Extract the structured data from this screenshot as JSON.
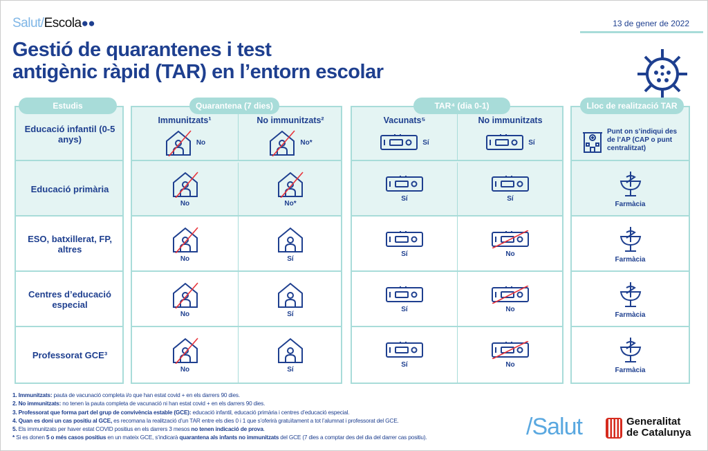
{
  "brand": {
    "salut": "Salut/",
    "escola": "Escola"
  },
  "date": "13 de gener de 2022",
  "title": [
    "Gestió de quarantenes i test",
    "antigènic ràpid (TAR) en l’entorn escolar"
  ],
  "sections": {
    "estudis": "Estudis",
    "quarantena": "Quarantena (7 dies)",
    "tar": "TAR⁴ (dia 0-1)",
    "lloc": "Lloc de realització TAR"
  },
  "subheaders": {
    "q_imm": "Immunitzats¹",
    "q_noimm": "No immunitzats²",
    "t_vac": "Vacunats⁵",
    "t_noimm": "No immunitzats"
  },
  "rows": [
    {
      "label": "Educació infantil (0-5 anys)",
      "q_imm": {
        "text": "No",
        "crossed": true
      },
      "q_noimm": {
        "text": "No*",
        "crossed": true
      },
      "t_vac": {
        "text": "Sí",
        "crossed": false
      },
      "t_noimm": {
        "text": "Sí",
        "crossed": false
      },
      "lloc": {
        "text": "Punt on s’indiqui des de l’AP (CAP o punt centralitzat)",
        "icon": "building"
      }
    },
    {
      "label": "Educació primària",
      "q_imm": {
        "text": "No",
        "crossed": true
      },
      "q_noimm": {
        "text": "No*",
        "crossed": true
      },
      "t_vac": {
        "text": "Sí",
        "crossed": false
      },
      "t_noimm": {
        "text": "Sí",
        "crossed": false
      },
      "lloc": {
        "text": "Farmàcia",
        "icon": "pharmacy"
      }
    },
    {
      "label": "ESO, batxillerat, FP, altres",
      "q_imm": {
        "text": "No",
        "crossed": true
      },
      "q_noimm": {
        "text": "Sí",
        "crossed": false
      },
      "t_vac": {
        "text": "Sí",
        "crossed": false
      },
      "t_noimm": {
        "text": "No",
        "crossed": true
      },
      "lloc": {
        "text": "Farmàcia",
        "icon": "pharmacy"
      }
    },
    {
      "label": "Centres d’educació especial",
      "q_imm": {
        "text": "No",
        "crossed": true
      },
      "q_noimm": {
        "text": "Sí",
        "crossed": false
      },
      "t_vac": {
        "text": "Sí",
        "crossed": false
      },
      "t_noimm": {
        "text": "No",
        "crossed": true
      },
      "lloc": {
        "text": "Farmàcia",
        "icon": "pharmacy"
      }
    },
    {
      "label": "Professorat GCE³",
      "q_imm": {
        "text": "No",
        "crossed": true
      },
      "q_noimm": {
        "text": "Sí",
        "crossed": false
      },
      "t_vac": {
        "text": "Sí",
        "crossed": false
      },
      "t_noimm": {
        "text": "No",
        "crossed": true
      },
      "lloc": {
        "text": "Farmàcia",
        "icon": "pharmacy"
      }
    }
  ],
  "notes": [
    {
      "b": "1. Immunitzats:",
      "t": " pauta de vacunació completa i/o que han estat covid + en els darrers 90 dies."
    },
    {
      "b": "2. No immunitzats:",
      "t": " no tenen la pauta completa de vacunació ni han estat covid + en els darrers 90 dies."
    },
    {
      "b": "3. Professorat que forma part del grup de convivència estable (GCE):",
      "t": " educació infantil, educació primària i centres d’educació especial."
    },
    {
      "b": "4. Quan es doni un cas positiu al GCE,",
      "t": " es recomana la realització d’un TAR entre els dies 0 i 1 que s’oferirà gratuïtament a tot l’alumnat i professorat del GCE."
    },
    {
      "b": "5.",
      "t": " Els immunitzats per haver estat COVID positius en els darrers 3 mesos ",
      "b2": "no tenen indicació de prova",
      "t2": "."
    },
    {
      "b": "*",
      "t": " Si es donen ",
      "b2": "5 o més casos positius",
      "t2": " en un mateix GCE, s’indicarà ",
      "b3": "quarantena als infants no immunitzats",
      "t3": " del GCE (7 dies a comptar des del dia del darrer cas positiu)."
    }
  ],
  "footer": {
    "salut": "/Salut",
    "gen1": "Generalitat",
    "gen2": "de Catalunya"
  },
  "colors": {
    "navy": "#1e3f8f",
    "teal": "#a8dcd9",
    "red": "#e8333a"
  }
}
